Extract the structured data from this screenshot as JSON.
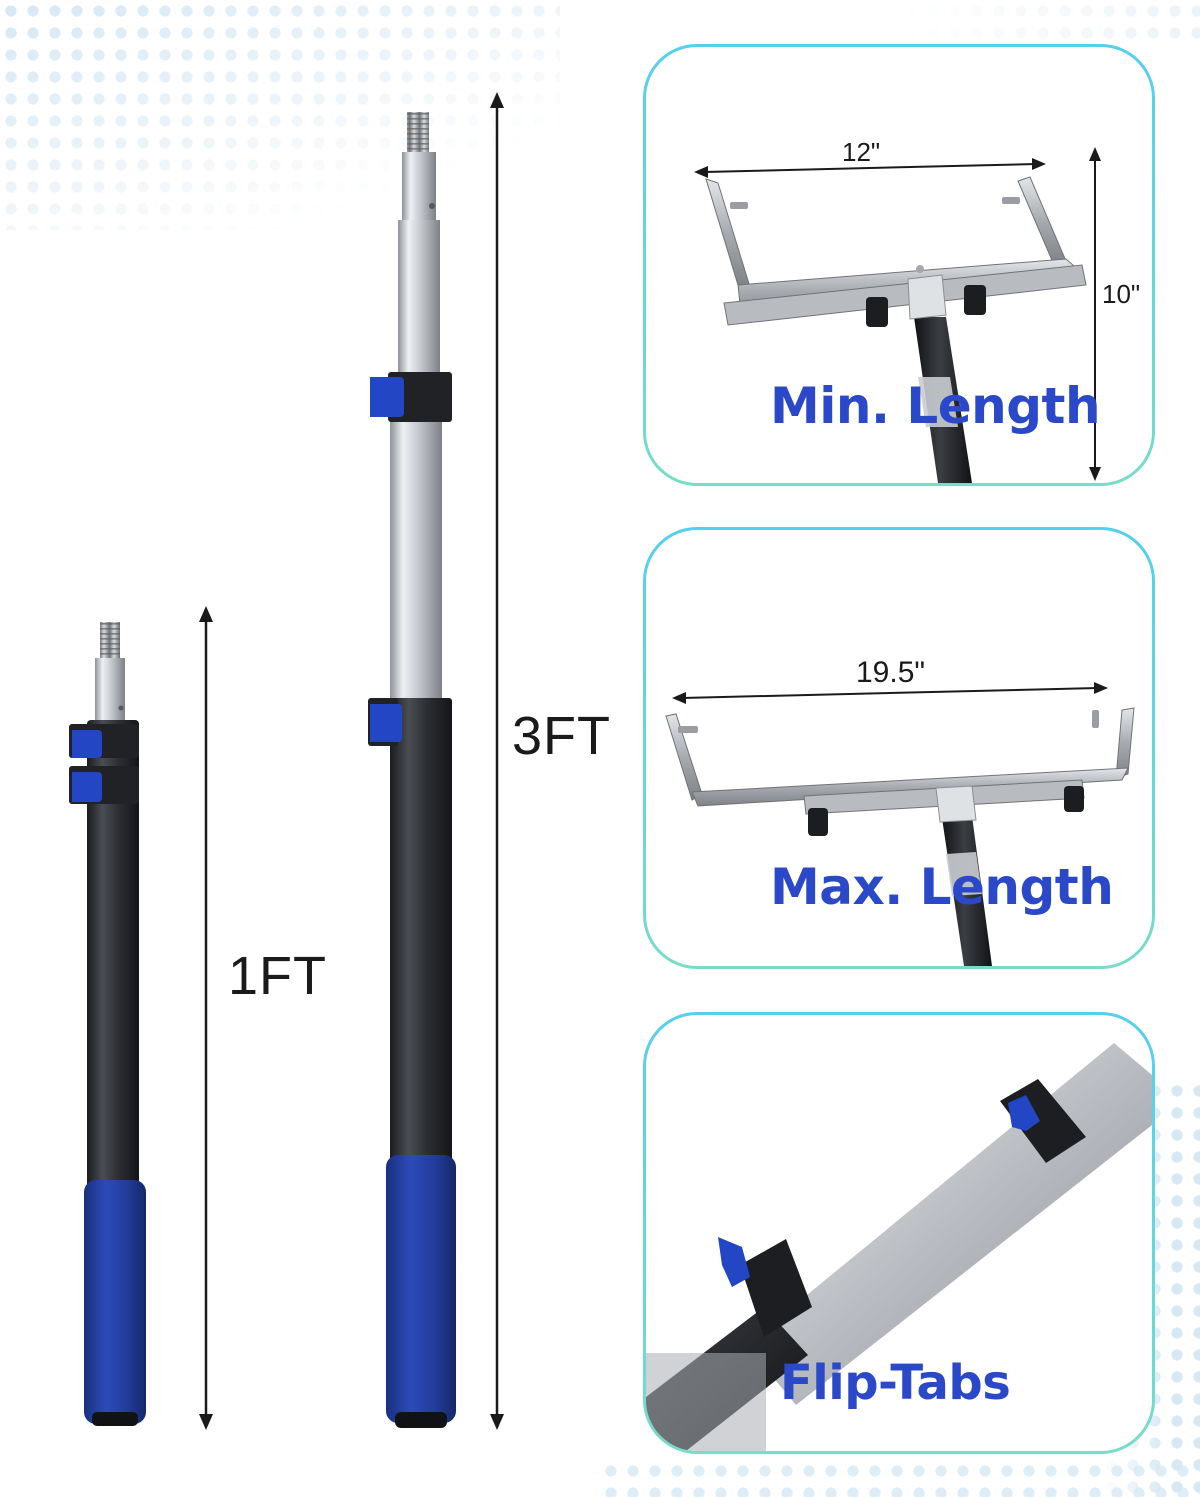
{
  "labels": {
    "short_length": "1FT",
    "long_length": "3FT"
  },
  "panels": [
    {
      "caption": "Min. Length",
      "width_dim": "12\"",
      "height_dim": "10\""
    },
    {
      "caption": "Max. Length",
      "width_dim": "19.5\""
    },
    {
      "caption": "Flip-Tabs"
    }
  ],
  "colors": {
    "caption_blue": "#2a48c8",
    "grip_blue": "#1f3aa3",
    "tab_blue": "#2346c4",
    "panel_border_top": "#55d0ec",
    "panel_border_bottom": "#77dcc8",
    "pole_black": "#25272b",
    "pole_silver": "#c3c7cc"
  }
}
